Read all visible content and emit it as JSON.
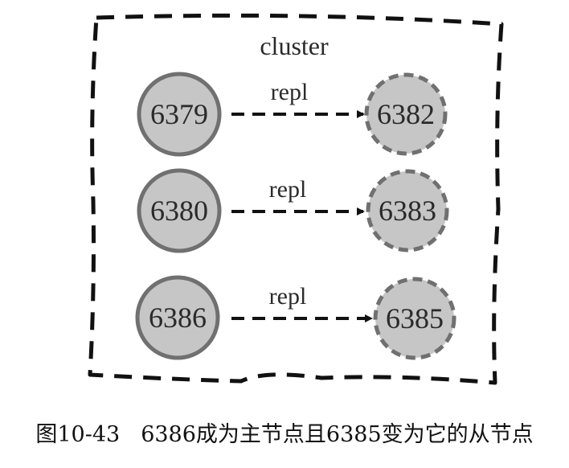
{
  "cluster": {
    "label": "cluster"
  },
  "nodes": [
    {
      "id": "6379",
      "role": "master",
      "style": "solid"
    },
    {
      "id": "6382",
      "role": "slave",
      "style": "dashed"
    },
    {
      "id": "6380",
      "role": "master",
      "style": "solid"
    },
    {
      "id": "6383",
      "role": "slave",
      "style": "dashed"
    },
    {
      "id": "6386",
      "role": "master",
      "style": "solid"
    },
    {
      "id": "6385",
      "role": "slave",
      "style": "dashed"
    }
  ],
  "edges": [
    {
      "from": "6379",
      "to": "6382",
      "label": "repl"
    },
    {
      "from": "6380",
      "to": "6383",
      "label": "repl"
    },
    {
      "from": "6386",
      "to": "6385",
      "label": "repl"
    }
  ],
  "caption": {
    "figure_number": "图10-43",
    "text": "6386成为主节点且6385变为它的从节点"
  },
  "colors": {
    "node_fill": "#c6c6c6",
    "node_stroke": "#707070",
    "line": "#111111",
    "text": "#2a2a2a"
  }
}
